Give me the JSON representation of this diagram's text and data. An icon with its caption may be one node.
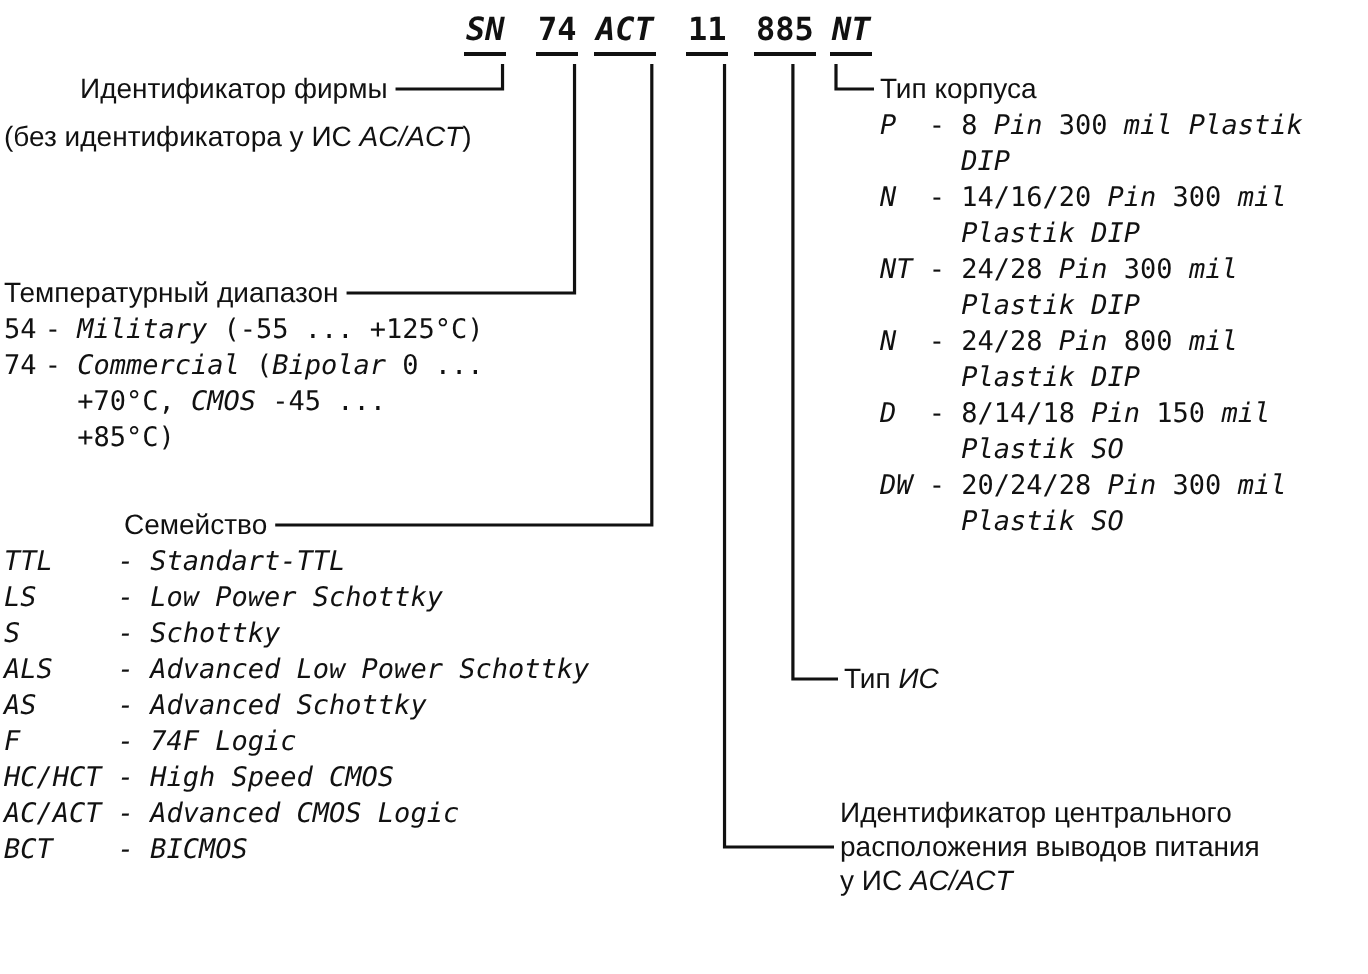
{
  "diagram": {
    "nodes": [
      {
        "text": [
          "SN"
        ]
      },
      {
        "text": [
          "74"
        ]
      },
      {
        "text": [
          "ACT"
        ]
      },
      {
        "text": [
          "11"
        ]
      },
      {
        "text": [
          "885"
        ]
      },
      {
        "text": [
          "NT"
        ]
      },
      {
        "text": [
          "Идентификатор фирмы",
          "(без идентификатора у ИС *AC/ACT*)"
        ]
      },
      {
        "text": [
          "Тип корпуса",
          "*P*",
          "- 8 *Pin* 300 *mil Plastik DIP*",
          "*N*",
          "- 14/16/20 *Pin* 300 *mil Plastik DIP*",
          "*NT*",
          "- 24/28 *Pin* 300 *mil Plastik DIP*",
          "*N*",
          "- 24/28 *Pin* 800 *mil Plastik DIP*",
          "*D*",
          "- 8/14/18 *Pin* 150 *mil Plastik SO*",
          "*DW*",
          "- 20/24/28 *Pin* 300 *mil Plastik SO*"
        ]
      },
      {
        "text": [
          "Температурный диапазон",
          "54",
          "- *Military* (-55 ... +125°C)",
          "74",
          "- *Commercial* (*Bipolar* 0 ... +70°C, *CMOS* -45 ... +85°C)"
        ]
      },
      {
        "text": [
          "Семейство",
          "TTL",
          "- Standart-TTL",
          "LS",
          "- Low Power Schottky",
          "S",
          "- Schottky",
          "ALS",
          "- Advanced Low Power Schottky",
          "AS",
          "- Advanced Schottky",
          "F",
          "- 74F Logic",
          "HC/HCT",
          "- High Speed CMOS",
          "AC/ACT",
          "- Advanced CMOS Logic",
          "BCT",
          "- BICMOS"
        ]
      },
      {
        "text": [
          "Тип *ИС*"
        ]
      },
      {
        "text": [
          "Идентификатор центрального расположения выводов питания у ИС *AC/ACT*"
        ]
      }
    ],
    "edges": [
      {
        "from": 0,
        "to": 6,
        "arrow": "none"
      },
      {
        "from": 1,
        "to": 8,
        "arrow": "none"
      },
      {
        "from": 2,
        "to": 9,
        "arrow": "none"
      },
      {
        "from": 3,
        "to": 11,
        "arrow": "none"
      },
      {
        "from": 4,
        "to": 10,
        "arrow": "none"
      },
      {
        "from": 5,
        "to": 7,
        "arrow": "none"
      }
    ]
  }
}
